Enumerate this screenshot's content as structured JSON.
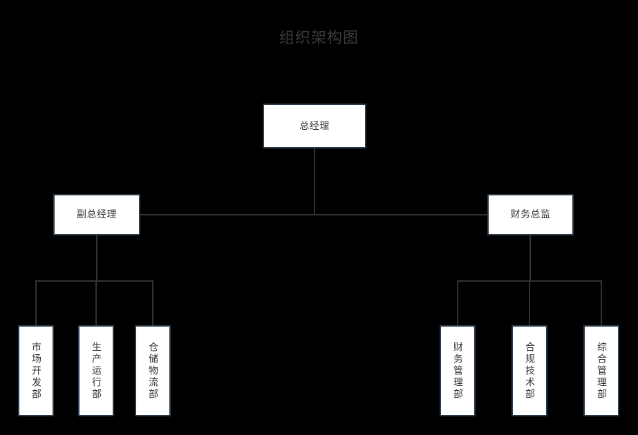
{
  "title": "组织架构图",
  "background_color": "#000000",
  "box_fill_color": "#ffffff",
  "box_border_color": "#2b3a48",
  "connector_color": "#333333",
  "text_color": "#333333",
  "title_color": "#3a3a3a",
  "chart_data": {
    "type": "diagram",
    "diagram_type": "organization-chart",
    "title": "组织架构图",
    "orientation": "top-down",
    "levels": 3,
    "nodes": [
      {
        "id": "n1",
        "label": "总经理",
        "level": 1,
        "parent": null,
        "text_orientation": "horizontal"
      },
      {
        "id": "n2",
        "label": "副总经理",
        "level": 2,
        "parent": "n1",
        "text_orientation": "horizontal"
      },
      {
        "id": "n3",
        "label": "财务总监",
        "level": 2,
        "parent": "n1",
        "text_orientation": "horizontal"
      },
      {
        "id": "n4",
        "label": "市场开发部",
        "level": 3,
        "parent": "n2",
        "text_orientation": "vertical"
      },
      {
        "id": "n5",
        "label": "生产运行部",
        "level": 3,
        "parent": "n2",
        "text_orientation": "vertical"
      },
      {
        "id": "n6",
        "label": "仓储物流部",
        "level": 3,
        "parent": "n2",
        "text_orientation": "vertical"
      },
      {
        "id": "n7",
        "label": "财务管理部",
        "level": 3,
        "parent": "n3",
        "text_orientation": "vertical"
      },
      {
        "id": "n8",
        "label": "合规技术部",
        "level": 3,
        "parent": "n3",
        "text_orientation": "vertical"
      },
      {
        "id": "n9",
        "label": "综合管理部",
        "level": 3,
        "parent": "n3",
        "text_orientation": "vertical"
      }
    ],
    "edges": [
      {
        "from": "n1",
        "to": "n2"
      },
      {
        "from": "n1",
        "to": "n3"
      },
      {
        "from": "n2",
        "to": "n4"
      },
      {
        "from": "n2",
        "to": "n5"
      },
      {
        "from": "n2",
        "to": "n6"
      },
      {
        "from": "n3",
        "to": "n7"
      },
      {
        "from": "n3",
        "to": "n8"
      },
      {
        "from": "n3",
        "to": "n9"
      }
    ]
  },
  "nodes": {
    "root": {
      "label": "总经理"
    },
    "deputy_gm": {
      "label": "副总经理"
    },
    "finance_director": {
      "label": "财务总监"
    },
    "market_dev": {
      "label": "市场开发部"
    },
    "production": {
      "label": "生产运行部"
    },
    "warehouse": {
      "label": "仓储物流部"
    },
    "finance_mgmt": {
      "label": "财务管理部"
    },
    "compliance_tech": {
      "label": "合规技术部"
    },
    "general_admin": {
      "label": "综合管理部"
    }
  }
}
